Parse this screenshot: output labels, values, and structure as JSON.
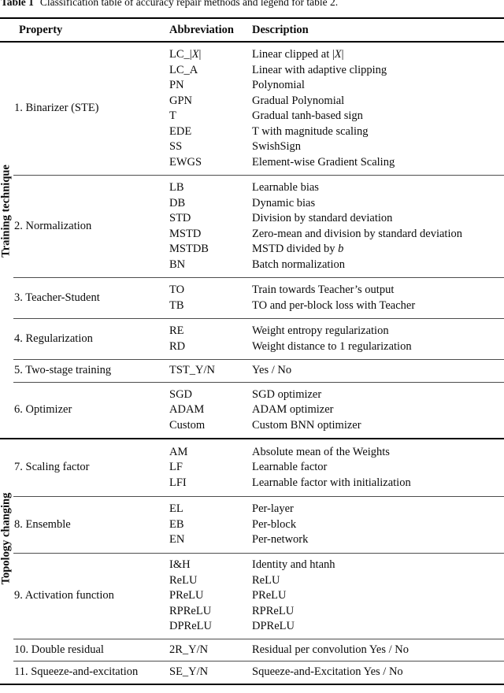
{
  "caption": {
    "label": "Table 1",
    "text": "Classification table of accuracy repair methods and legend for table 2."
  },
  "header": {
    "property": "Property",
    "abbreviation": "Abbreviation",
    "description": "Description"
  },
  "groups": [
    {
      "name": "Training technique",
      "sections": [
        {
          "property": "1. Binarizer (STE)",
          "rows": [
            [
              "LC_|*X*|",
              "Linear clipped at |*X*|"
            ],
            [
              "LC_A",
              "Linear with adaptive clipping"
            ],
            [
              "PN",
              "Polynomial"
            ],
            [
              "GPN",
              "Gradual Polynomial"
            ],
            [
              "T",
              "Gradual tanh-based sign"
            ],
            [
              "EDE",
              "T with magnitude scaling"
            ],
            [
              "SS",
              "SwishSign"
            ],
            [
              "EWGS",
              "Element-wise Gradient Scaling"
            ]
          ]
        },
        {
          "property": "2. Normalization",
          "rows": [
            [
              "LB",
              "Learnable bias"
            ],
            [
              "DB",
              "Dynamic bias"
            ],
            [
              "STD",
              "Division by standard deviation"
            ],
            [
              "MSTD",
              "Zero-mean and division by standard deviation"
            ],
            [
              "MSTDB",
              "MSTD divided by *b*"
            ],
            [
              "BN",
              "Batch normalization"
            ]
          ]
        },
        {
          "property": "3. Teacher-Student",
          "rows": [
            [
              "TO",
              "Train towards Teacher’s output"
            ],
            [
              "TB",
              "TO and per-block loss with Teacher"
            ]
          ]
        },
        {
          "property": "4. Regularization",
          "rows": [
            [
              "RE",
              "Weight entropy regularization"
            ],
            [
              "RD",
              "Weight distance to 1 regularization"
            ]
          ]
        },
        {
          "property": "5. Two-stage training",
          "rows": [
            [
              "TST_Y/N",
              "Yes / No"
            ]
          ]
        },
        {
          "property": "6. Optimizer",
          "rows": [
            [
              "SGD",
              "SGD optimizer"
            ],
            [
              "ADAM",
              "ADAM optimizer"
            ],
            [
              "Custom",
              "Custom BNN optimizer"
            ]
          ]
        }
      ]
    },
    {
      "name": "Topology changing",
      "sections": [
        {
          "property": "7. Scaling factor",
          "rows": [
            [
              "AM",
              "Absolute mean of the Weights"
            ],
            [
              "LF",
              "Learnable factor"
            ],
            [
              "LFI",
              "Learnable factor with initialization"
            ]
          ]
        },
        {
          "property": "8. Ensemble",
          "rows": [
            [
              "EL",
              "Per-layer"
            ],
            [
              "EB",
              "Per-block"
            ],
            [
              "EN",
              "Per-network"
            ]
          ]
        },
        {
          "property": "9. Activation function",
          "rows": [
            [
              "I&H",
              "Identity and htanh"
            ],
            [
              "ReLU",
              "ReLU"
            ],
            [
              "PReLU",
              "PReLU"
            ],
            [
              "RPReLU",
              "RPReLU"
            ],
            [
              "DPReLU",
              "DPReLU"
            ]
          ]
        },
        {
          "property": "10. Double residual",
          "rows": [
            [
              "2R_Y/N",
              "Residual per convolution Yes / No"
            ]
          ]
        },
        {
          "property": "11. Squeeze-and-excitation",
          "rows": [
            [
              "SE_Y/N",
              "Squeeze-and-Excitation Yes / No"
            ]
          ]
        }
      ]
    }
  ],
  "styles": {
    "background": "#ffffff",
    "text_color": "#0b0b0b",
    "rule_color": "#000000",
    "midrule_color": "#4d4d4d"
  }
}
